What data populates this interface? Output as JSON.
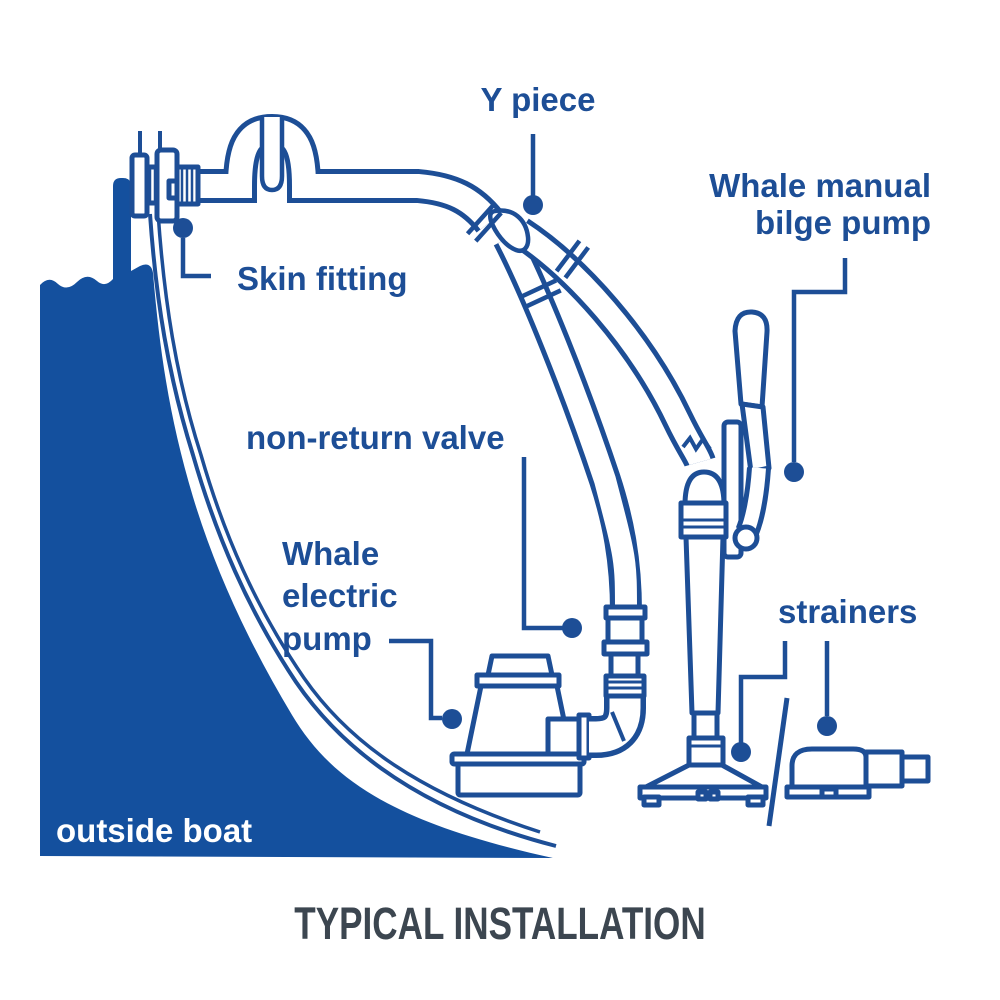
{
  "title": "TYPICAL INSTALLATION",
  "colors": {
    "line_blue": "#1d4e96",
    "hull_fill": "#14509e",
    "title_color": "#3c4650",
    "background": "#ffffff",
    "hull_text": "#ffffff"
  },
  "labels": {
    "y_piece": "Y piece",
    "whale_manual": [
      "Whale manual",
      "bilge pump"
    ],
    "skin_fitting": "Skin fitting",
    "non_return_valve": "non-return valve",
    "whale_electric": [
      "Whale",
      "electric",
      "pump"
    ],
    "strainers": "strainers",
    "outside_boat": "outside boat"
  }
}
